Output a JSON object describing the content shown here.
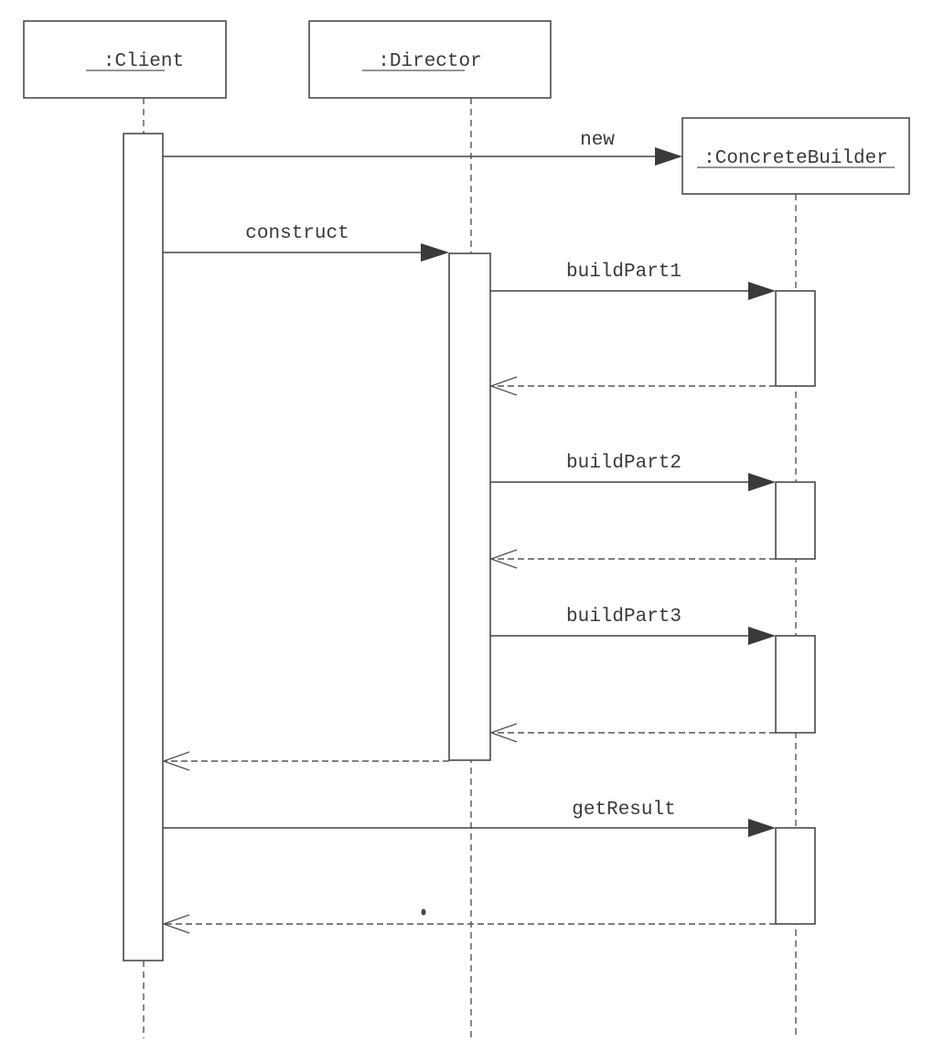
{
  "diagram": {
    "type": "UML sequence diagram",
    "participants": [
      {
        "id": "client",
        "label": ":Client"
      },
      {
        "id": "director",
        "label": ":Director"
      },
      {
        "id": "builder",
        "label": ":ConcreteBuilder"
      }
    ],
    "messages": [
      {
        "id": "new",
        "label": "new",
        "from": "client",
        "to": "builder",
        "kind": "create"
      },
      {
        "id": "construct",
        "label": "construct",
        "from": "client",
        "to": "director",
        "kind": "call"
      },
      {
        "id": "buildPart1",
        "label": "buildPart1",
        "from": "director",
        "to": "builder",
        "kind": "call"
      },
      {
        "id": "buildPart1-return",
        "label": "",
        "from": "builder",
        "to": "director",
        "kind": "return"
      },
      {
        "id": "buildPart2",
        "label": "buildPart2",
        "from": "director",
        "to": "builder",
        "kind": "call"
      },
      {
        "id": "buildPart2-return",
        "label": "",
        "from": "builder",
        "to": "director",
        "kind": "return"
      },
      {
        "id": "buildPart3",
        "label": "buildPart3",
        "from": "director",
        "to": "builder",
        "kind": "call"
      },
      {
        "id": "buildPart3-return",
        "label": "",
        "from": "builder",
        "to": "director",
        "kind": "return"
      },
      {
        "id": "construct-return",
        "label": "",
        "from": "director",
        "to": "client",
        "kind": "return"
      },
      {
        "id": "getResult",
        "label": "getResult",
        "from": "client",
        "to": "builder",
        "kind": "call"
      },
      {
        "id": "getResult-return",
        "label": "",
        "from": "builder",
        "to": "client",
        "kind": "return"
      }
    ]
  }
}
